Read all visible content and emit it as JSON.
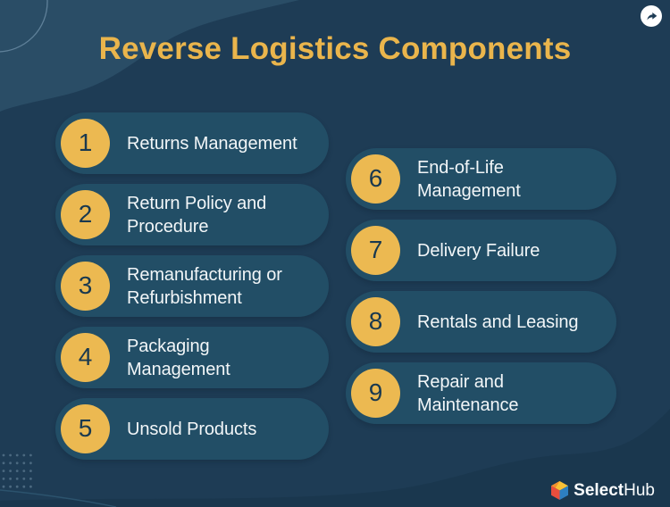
{
  "title": "Reverse Logistics Components",
  "items": {
    "left": [
      {
        "number": "1",
        "label": "Returns Management"
      },
      {
        "number": "2",
        "label": "Return Policy and Procedure"
      },
      {
        "number": "3",
        "label": "Remanufacturing or Refurbishment"
      },
      {
        "number": "4",
        "label": "Packaging Management"
      },
      {
        "number": "5",
        "label": "Unsold Products"
      }
    ],
    "right": [
      {
        "number": "6",
        "label": "End-of-Life Management"
      },
      {
        "number": "7",
        "label": "Delivery Failure"
      },
      {
        "number": "8",
        "label": "Rentals and Leasing"
      },
      {
        "number": "9",
        "label": "Repair and Maintenance"
      }
    ]
  },
  "footer": {
    "brand_bold": "Select",
    "brand_regular": "Hub"
  },
  "icons": {
    "share": "share-forward-arrow",
    "brand": "selecthub-cube"
  },
  "colors": {
    "background": "#1E3C55",
    "background_blob": "#2A4D66",
    "bottom_wave": "#1A374E",
    "pill_background": "#224E66",
    "accent_gold_circle": "#ECB951",
    "title_gold": "#EAB54C",
    "item_text": "#F2F6F8",
    "number_text": "#1A394F",
    "share_button_background": "#FFFFFF",
    "brand_text": "#FAFCFD",
    "brand_cube_yellow": "#F9C136",
    "brand_cube_red": "#EA4E3D",
    "brand_cube_blue": "#2D7FC1"
  }
}
